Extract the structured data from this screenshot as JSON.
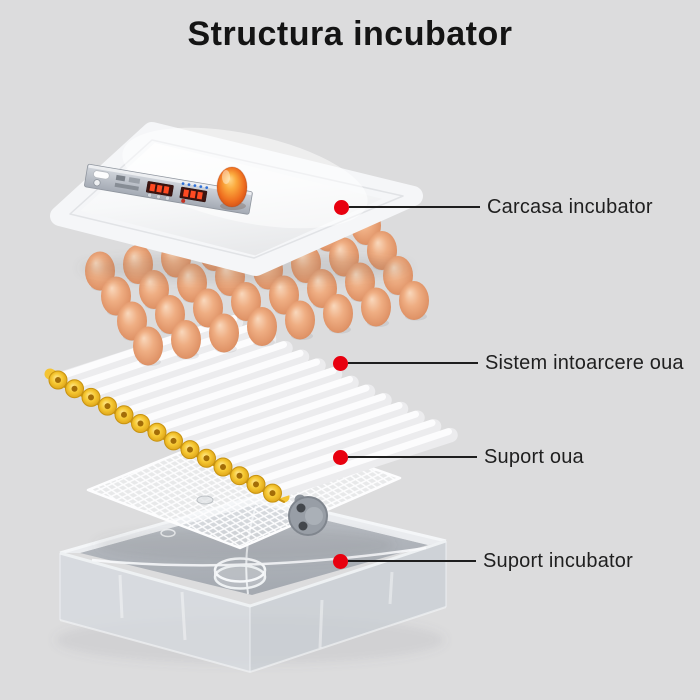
{
  "title": "Structura incubator",
  "callouts": [
    {
      "id": "carcasa",
      "label": "Carcasa incubator"
    },
    {
      "id": "sistem-intoarcere",
      "label": "Sistem intoarcere oua"
    },
    {
      "id": "suport-oua",
      "label": "Suport oua"
    },
    {
      "id": "suport-incubator",
      "label": "Suport incubator"
    }
  ],
  "colors": {
    "background": "#dcdcdd",
    "marker_red": "#e8000f",
    "callout_line": "#1e1e1e",
    "title_text": "#141414",
    "label_text": "#1f1f1f",
    "egg_shell": "#efae83",
    "candled_egg_orange": "#ef6f1f",
    "gear_yellow": "#f4c433",
    "tube_white": "#f1f1f3",
    "mesh_white": "#fdfdfe",
    "panel_silver": "#c3c8cf",
    "led_red": "#ff4a22",
    "base_gray": "#b3b7bd"
  }
}
